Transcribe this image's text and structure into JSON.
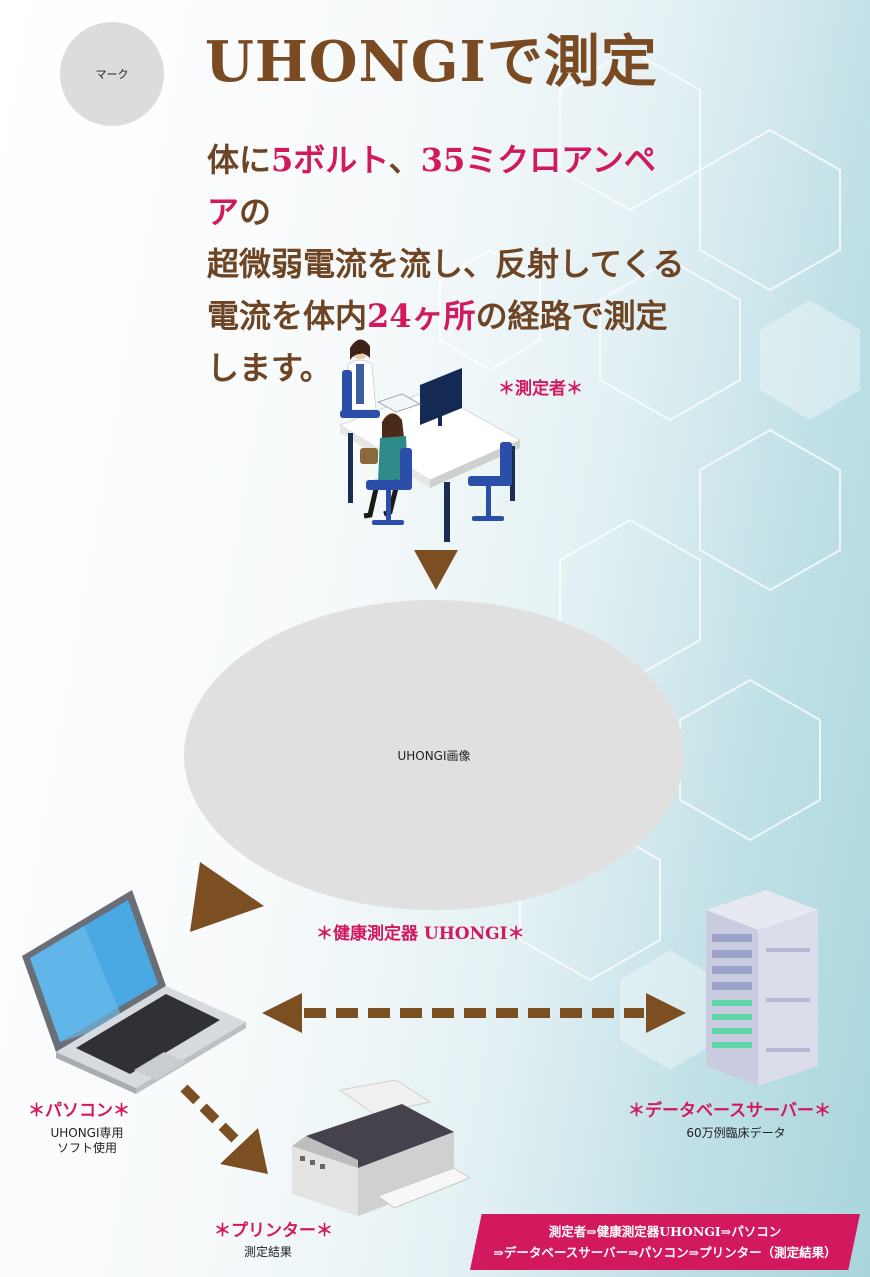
{
  "logo": {
    "label": "マーク"
  },
  "header": {
    "title": "UHONGIで測定"
  },
  "intro": {
    "l1a": "体に",
    "l1b": "5ボルト",
    "l1c": "、",
    "l1d": "35ミクロアンペア",
    "l1e": "の",
    "l2": "超微弱電流を流し、反射してくる",
    "l3a": "電流を体内",
    "l3b": "24ヶ所",
    "l3c": "の経路で測定",
    "l4": "します。"
  },
  "nodes": {
    "measurer": {
      "label": "＊測定者＊"
    },
    "device": {
      "image_label": "UHONGI画像",
      "label": "＊健康測定器 UHONGI＊"
    },
    "pc": {
      "label": "＊パソコン＊",
      "sub1": "UHONGI専用",
      "sub2": "ソフト使用"
    },
    "printer": {
      "label": "＊プリンター＊",
      "sub": "測定結果"
    },
    "server": {
      "label": "＊データベースサーバー＊",
      "sub": "60万例臨床データ"
    }
  },
  "flow": {
    "line1": "測定者⇒健康測定器UHONGI⇒パソコン",
    "line2": "⇒データベースサーバー⇒パソコン⇒プリンター（測定結果）"
  },
  "colors": {
    "brown": "#7a4a22",
    "accent": "#d3195e",
    "arrow": "#7b4f22"
  }
}
